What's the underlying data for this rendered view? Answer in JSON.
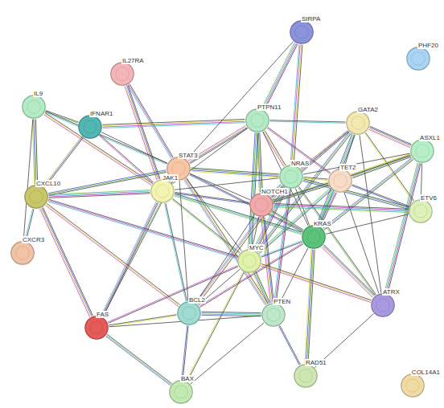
{
  "diagram": {
    "nodes": [
      {
        "text": [
          "SIRPA"
        ]
      },
      {
        "text": [
          "PHF20"
        ]
      },
      {
        "text": [
          "IL27RA"
        ]
      },
      {
        "text": [
          "IL9"
        ]
      },
      {
        "text": [
          "IFNAR1"
        ]
      },
      {
        "text": [
          "PTPN11"
        ]
      },
      {
        "text": [
          "GATA2"
        ]
      },
      {
        "text": [
          "ASXL1"
        ]
      },
      {
        "text": [
          "STAT3"
        ]
      },
      {
        "text": [
          "NRAS"
        ]
      },
      {
        "text": [
          "TET2"
        ]
      },
      {
        "text": [
          "JAK1"
        ]
      },
      {
        "text": [
          "NOTCH1"
        ]
      },
      {
        "text": [
          "ETV6"
        ]
      },
      {
        "text": [
          "CXCL10"
        ]
      },
      {
        "text": [
          "KRAS"
        ]
      },
      {
        "text": [
          "MYC"
        ]
      },
      {
        "text": [
          "CXCR3"
        ]
      },
      {
        "text": [
          "ATRX"
        ]
      },
      {
        "text": [
          "FAS"
        ]
      },
      {
        "text": [
          "BCL2"
        ]
      },
      {
        "text": [
          "PTEN"
        ]
      },
      {
        "text": [
          "RAD51"
        ]
      },
      {
        "text": [
          "BAX"
        ]
      },
      {
        "text": [
          "COL14A1"
        ]
      }
    ],
    "edges": [
      {
        "from": 3,
        "to": 4,
        "arrow": "none"
      },
      {
        "from": 3,
        "to": 8,
        "arrow": "none"
      },
      {
        "from": 3,
        "to": 11,
        "arrow": "none"
      },
      {
        "from": 3,
        "to": 14,
        "arrow": "none"
      },
      {
        "from": 3,
        "to": 17,
        "arrow": "none"
      },
      {
        "from": 2,
        "to": 8,
        "arrow": "none"
      },
      {
        "from": 2,
        "to": 11,
        "arrow": "none"
      },
      {
        "from": 4,
        "to": 5,
        "arrow": "none"
      },
      {
        "from": 4,
        "to": 8,
        "arrow": "none"
      },
      {
        "from": 4,
        "to": 11,
        "arrow": "none"
      },
      {
        "from": 4,
        "to": 14,
        "arrow": "none"
      },
      {
        "from": 0,
        "to": 5,
        "arrow": "none"
      },
      {
        "from": 0,
        "to": 8,
        "arrow": "none"
      },
      {
        "from": 0,
        "to": 9,
        "arrow": "none"
      },
      {
        "from": 5,
        "to": 8,
        "arrow": "none"
      },
      {
        "from": 5,
        "to": 11,
        "arrow": "none"
      },
      {
        "from": 5,
        "to": 9,
        "arrow": "none"
      },
      {
        "from": 5,
        "to": 15,
        "arrow": "none"
      },
      {
        "from": 5,
        "to": 12,
        "arrow": "none"
      },
      {
        "from": 5,
        "to": 16,
        "arrow": "none"
      },
      {
        "from": 5,
        "to": 6,
        "arrow": "none"
      },
      {
        "from": 5,
        "to": 10,
        "arrow": "none"
      },
      {
        "from": 6,
        "to": 10,
        "arrow": "none"
      },
      {
        "from": 6,
        "to": 7,
        "arrow": "none"
      },
      {
        "from": 6,
        "to": 13,
        "arrow": "none"
      },
      {
        "from": 6,
        "to": 9,
        "arrow": "none"
      },
      {
        "from": 6,
        "to": 15,
        "arrow": "none"
      },
      {
        "from": 6,
        "to": 12,
        "arrow": "none"
      },
      {
        "from": 6,
        "to": 16,
        "arrow": "none"
      },
      {
        "from": 6,
        "to": 18,
        "arrow": "none"
      },
      {
        "from": 7,
        "to": 10,
        "arrow": "none"
      },
      {
        "from": 7,
        "to": 9,
        "arrow": "none"
      },
      {
        "from": 7,
        "to": 15,
        "arrow": "none"
      },
      {
        "from": 7,
        "to": 13,
        "arrow": "none"
      },
      {
        "from": 7,
        "to": 12,
        "arrow": "none"
      },
      {
        "from": 7,
        "to": 18,
        "arrow": "none"
      },
      {
        "from": 8,
        "to": 11,
        "arrow": "none"
      },
      {
        "from": 8,
        "to": 14,
        "arrow": "none"
      },
      {
        "from": 8,
        "to": 12,
        "arrow": "none"
      },
      {
        "from": 8,
        "to": 16,
        "arrow": "none"
      },
      {
        "from": 8,
        "to": 20,
        "arrow": "none"
      },
      {
        "from": 8,
        "to": 15,
        "arrow": "none"
      },
      {
        "from": 8,
        "to": 9,
        "arrow": "none"
      },
      {
        "from": 8,
        "to": 21,
        "arrow": "none"
      },
      {
        "from": 8,
        "to": 19,
        "arrow": "none"
      },
      {
        "from": 11,
        "to": 14,
        "arrow": "none"
      },
      {
        "from": 11,
        "to": 16,
        "arrow": "none"
      },
      {
        "from": 11,
        "to": 20,
        "arrow": "none"
      },
      {
        "from": 11,
        "to": 12,
        "arrow": "none"
      },
      {
        "from": 11,
        "to": 15,
        "arrow": "none"
      },
      {
        "from": 11,
        "to": 9,
        "arrow": "none"
      },
      {
        "from": 11,
        "to": 19,
        "arrow": "none"
      },
      {
        "from": 9,
        "to": 15,
        "arrow": "none"
      },
      {
        "from": 9,
        "to": 10,
        "arrow": "none"
      },
      {
        "from": 9,
        "to": 12,
        "arrow": "none"
      },
      {
        "from": 9,
        "to": 16,
        "arrow": "none"
      },
      {
        "from": 9,
        "to": 13,
        "arrow": "none"
      },
      {
        "from": 9,
        "to": 21,
        "arrow": "none"
      },
      {
        "from": 9,
        "to": 20,
        "arrow": "none"
      },
      {
        "from": 9,
        "to": 18,
        "arrow": "none"
      },
      {
        "from": 10,
        "to": 15,
        "arrow": "none"
      },
      {
        "from": 10,
        "to": 12,
        "arrow": "none"
      },
      {
        "from": 10,
        "to": 16,
        "arrow": "none"
      },
      {
        "from": 10,
        "to": 13,
        "arrow": "none"
      },
      {
        "from": 10,
        "to": 18,
        "arrow": "none"
      },
      {
        "from": 12,
        "to": 15,
        "arrow": "none"
      },
      {
        "from": 12,
        "to": 16,
        "arrow": "none"
      },
      {
        "from": 12,
        "to": 20,
        "arrow": "none"
      },
      {
        "from": 12,
        "to": 21,
        "arrow": "none"
      },
      {
        "from": 12,
        "to": 13,
        "arrow": "none"
      },
      {
        "from": 15,
        "to": 16,
        "arrow": "none"
      },
      {
        "from": 15,
        "to": 21,
        "arrow": "none"
      },
      {
        "from": 15,
        "to": 20,
        "arrow": "none"
      },
      {
        "from": 15,
        "to": 13,
        "arrow": "none"
      },
      {
        "from": 15,
        "to": 18,
        "arrow": "none"
      },
      {
        "from": 15,
        "to": 22,
        "arrow": "none"
      },
      {
        "from": 16,
        "to": 20,
        "arrow": "none"
      },
      {
        "from": 16,
        "to": 21,
        "arrow": "none"
      },
      {
        "from": 16,
        "to": 23,
        "arrow": "none"
      },
      {
        "from": 16,
        "to": 19,
        "arrow": "none"
      },
      {
        "from": 16,
        "to": 18,
        "arrow": "none"
      },
      {
        "from": 14,
        "to": 17,
        "arrow": "none"
      },
      {
        "from": 14,
        "to": 19,
        "arrow": "none"
      },
      {
        "from": 14,
        "to": 20,
        "arrow": "none"
      },
      {
        "from": 14,
        "to": 16,
        "arrow": "none"
      },
      {
        "from": 19,
        "to": 20,
        "arrow": "none"
      },
      {
        "from": 19,
        "to": 23,
        "arrow": "none"
      },
      {
        "from": 19,
        "to": 21,
        "arrow": "none"
      },
      {
        "from": 20,
        "to": 23,
        "arrow": "none"
      },
      {
        "from": 20,
        "to": 21,
        "arrow": "none"
      },
      {
        "from": 21,
        "to": 22,
        "arrow": "none"
      },
      {
        "from": 21,
        "to": 23,
        "arrow": "none"
      },
      {
        "from": 18,
        "to": 22,
        "arrow": "none"
      }
    ]
  }
}
